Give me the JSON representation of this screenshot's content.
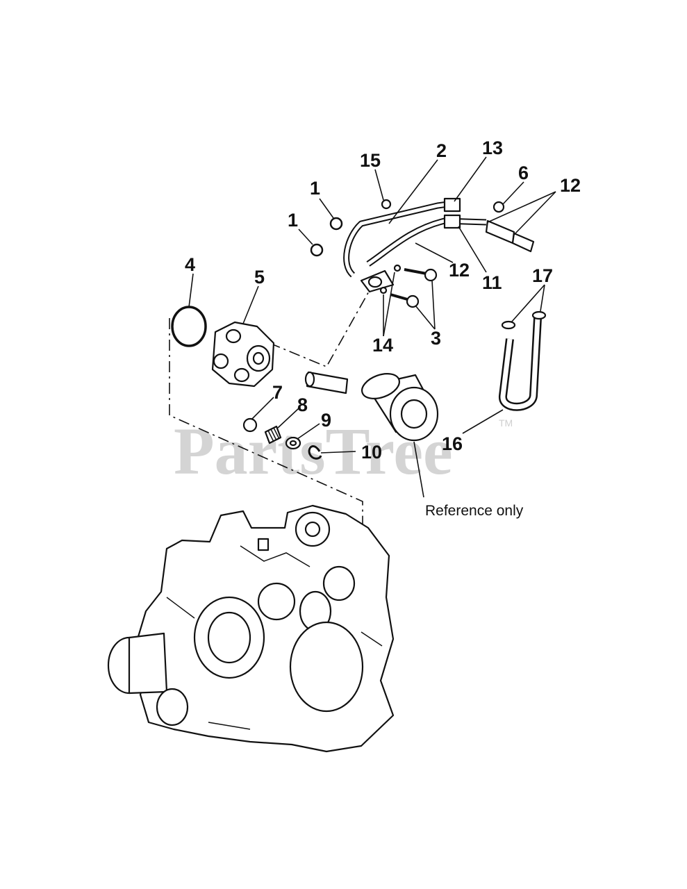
{
  "watermark": {
    "text": "PartsTree",
    "trademark": "TM"
  },
  "note": {
    "text": "Reference only"
  },
  "callouts": [
    {
      "id": "c15",
      "label": "15"
    },
    {
      "id": "c2",
      "label": "2"
    },
    {
      "id": "c13",
      "label": "13"
    },
    {
      "id": "c6",
      "label": "6"
    },
    {
      "id": "c12a",
      "label": "12"
    },
    {
      "id": "c1a",
      "label": "1"
    },
    {
      "id": "c1b",
      "label": "1"
    },
    {
      "id": "c12b",
      "label": "12"
    },
    {
      "id": "c11",
      "label": "11"
    },
    {
      "id": "c4",
      "label": "4"
    },
    {
      "id": "c5",
      "label": "5"
    },
    {
      "id": "c17",
      "label": "17"
    },
    {
      "id": "c3",
      "label": "3"
    },
    {
      "id": "c14",
      "label": "14"
    },
    {
      "id": "c7",
      "label": "7"
    },
    {
      "id": "c8",
      "label": "8"
    },
    {
      "id": "c9",
      "label": "9"
    },
    {
      "id": "c10",
      "label": "10"
    },
    {
      "id": "c16",
      "label": "16"
    }
  ],
  "colors": {
    "line": "#111111",
    "watermark": "#d4d4d4",
    "background": "#ffffff"
  }
}
